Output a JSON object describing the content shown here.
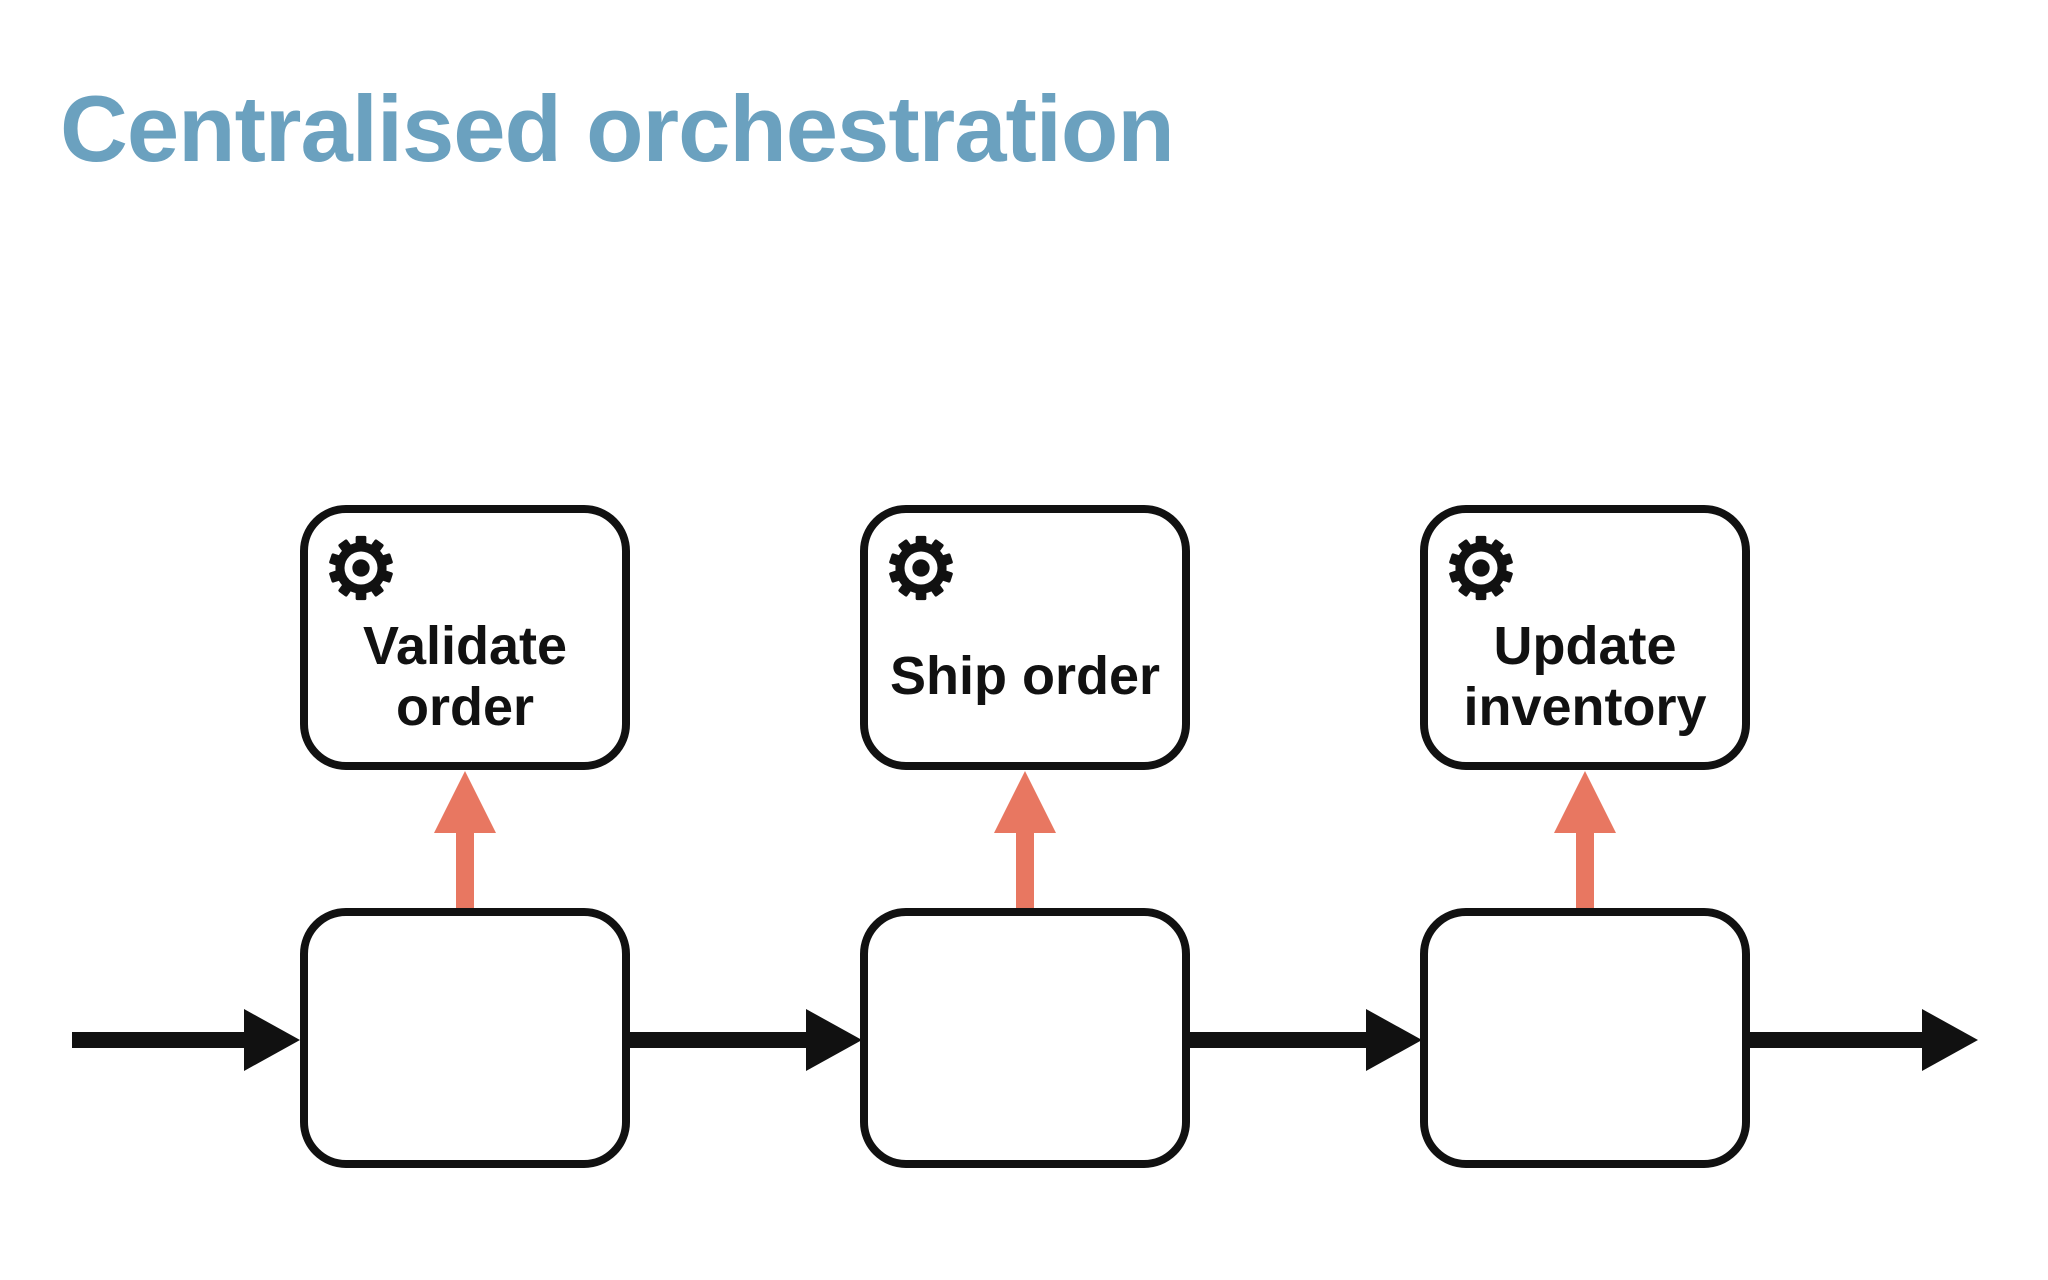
{
  "title": {
    "text": "Centralised orchestration"
  },
  "colors": {
    "title": "#6BA1BF",
    "ink": "#111111",
    "orange": "#E87761",
    "background": "#FFFFFF"
  },
  "services": [
    {
      "label": "Validate order",
      "icon": "gear-icon"
    },
    {
      "label": "Ship order",
      "icon": "gear-icon"
    },
    {
      "label": "Update inventory",
      "icon": "gear-icon"
    }
  ],
  "flow": {
    "direction": "left-to-right",
    "step_boxes": 3,
    "black_arrow_segments": 4,
    "orange_call_arrows": 3
  }
}
